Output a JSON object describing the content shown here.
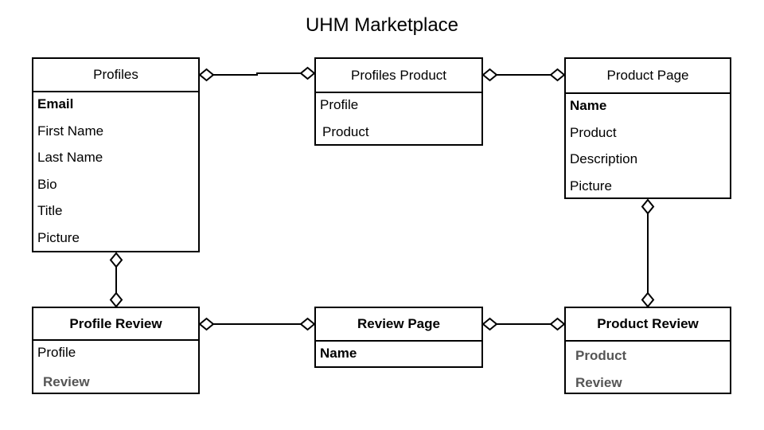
{
  "diagram": {
    "title": "UHM Marketplace",
    "entities": {
      "profiles": {
        "name": "Profiles",
        "attributes": [
          "Email",
          "First Name",
          "Last Name",
          "Bio",
          "Title",
          "Picture"
        ]
      },
      "profiles_product": {
        "name": "Profiles Product",
        "attributes": [
          "Profile",
          "Product"
        ]
      },
      "product_page": {
        "name": "Product Page",
        "attributes": [
          "Name",
          "Product",
          "Description",
          "Picture"
        ]
      },
      "profile_review": {
        "name": "Profile Review",
        "attributes": [
          "Profile",
          "Review"
        ]
      },
      "review_page": {
        "name": "Review Page",
        "attributes": [
          "Name"
        ]
      },
      "product_review": {
        "name": "Product Review",
        "attributes": [
          "Product",
          "Review"
        ]
      }
    },
    "relationships": [
      {
        "from": "Profiles",
        "to": "Profiles Product"
      },
      {
        "from": "Profiles Product",
        "to": "Product Page"
      },
      {
        "from": "Profiles",
        "to": "Profile Review"
      },
      {
        "from": "Product Page",
        "to": "Product Review"
      },
      {
        "from": "Profile Review",
        "to": "Review Page"
      },
      {
        "from": "Review Page",
        "to": "Product Review"
      }
    ],
    "connector_style": "open-diamond"
  }
}
